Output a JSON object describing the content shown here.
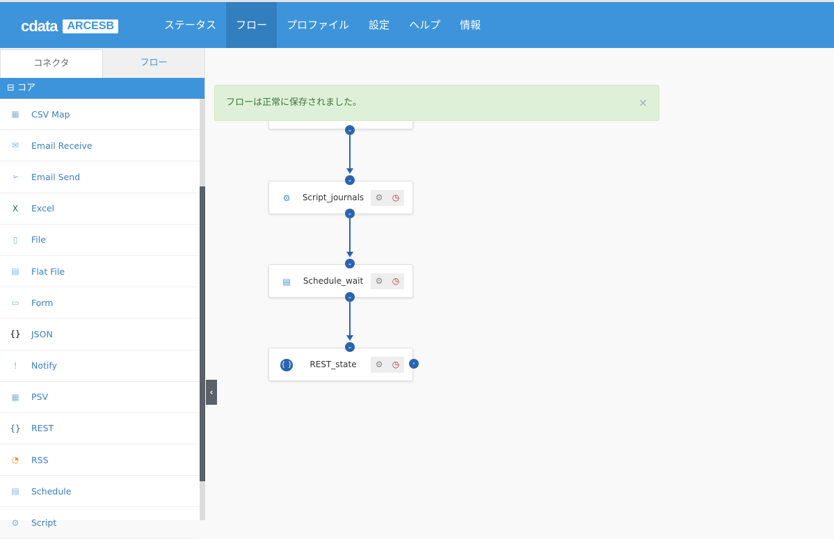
{
  "header": {
    "logo_text": "cdata",
    "logo_badge": "ARCESB",
    "nav": [
      "ステータス",
      "フロー",
      "プロファイル",
      "設定",
      "ヘルプ",
      "情報"
    ],
    "active": "フロー",
    "color": "#3d94db"
  },
  "sidebar": {
    "tabs": [
      "コネクタ",
      "フロー"
    ],
    "section": "⊟ コア",
    "items": [
      {
        "label": "CSV Map",
        "icon": "csv-map-icon"
      },
      {
        "label": "Email Receive",
        "icon": "email-receive-icon"
      },
      {
        "label": "Email Send",
        "icon": "paper-plane-icon"
      },
      {
        "label": "Excel",
        "icon": "excel-icon"
      },
      {
        "label": "File",
        "icon": "file-icon"
      },
      {
        "label": "Flat File",
        "icon": "flat-file-icon"
      },
      {
        "label": "Form",
        "icon": "form-icon"
      },
      {
        "label": "JSON",
        "icon": "json-icon"
      },
      {
        "label": "Notify",
        "icon": "notify-icon"
      },
      {
        "label": "PSV",
        "icon": "psv-icon"
      },
      {
        "label": "REST",
        "icon": "rest-icon"
      },
      {
        "label": "RSS",
        "icon": "rss-icon"
      },
      {
        "label": "Schedule",
        "icon": "schedule-icon"
      },
      {
        "label": "Script",
        "icon": "script-icon"
      }
    ]
  },
  "alert": {
    "message": "フローは正常に保存されました。",
    "close": "×"
  },
  "flow": {
    "nodes": [
      {
        "name": "Script_journals"
      },
      {
        "name": "Schedule_wait"
      },
      {
        "name": "REST_state"
      }
    ]
  }
}
